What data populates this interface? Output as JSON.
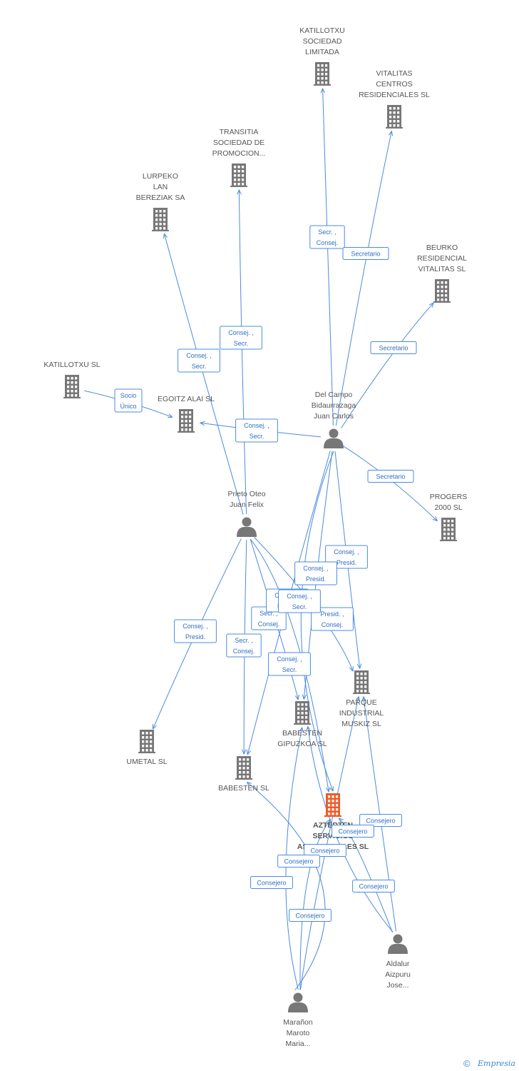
{
  "colors": {
    "edge": "#4a8bdf",
    "building": "#777777",
    "person": "#777777",
    "main": "#f05a28"
  },
  "nodes": [
    {
      "id": "katillotxu_sociedad",
      "type": "company",
      "lines": [
        "KATILLOTXU",
        "SOCIEDAD",
        "LIMITADA"
      ]
    },
    {
      "id": "vitalitas_centros",
      "type": "company",
      "lines": [
        "VITALITAS",
        "CENTROS",
        "RESIDENCIALES SL"
      ]
    },
    {
      "id": "transitia",
      "type": "company",
      "lines": [
        "TRANSITIA",
        "SOCIEDAD DE",
        "PROMOCION..."
      ]
    },
    {
      "id": "lurpeko",
      "type": "company",
      "lines": [
        "LURPEKO",
        "LAN",
        "BEREZIAK SA"
      ]
    },
    {
      "id": "beurko",
      "type": "company",
      "lines": [
        "BEURKO",
        "RESIDENCIAL",
        "VITALITAS SL"
      ]
    },
    {
      "id": "katillotxu_sl",
      "type": "company",
      "lines": [
        "KATILLOTXU SL"
      ]
    },
    {
      "id": "egoitz",
      "type": "company",
      "lines": [
        "EGOITZ ALAI SL"
      ]
    },
    {
      "id": "del_campo",
      "type": "person",
      "lines": [
        "Del Campo",
        "Bidaurrazaga",
        "Juan Carlos"
      ]
    },
    {
      "id": "progers",
      "type": "company",
      "lines": [
        "PROGERS",
        "2000 SL"
      ]
    },
    {
      "id": "prieto",
      "type": "person",
      "lines": [
        "Prieto Oteo",
        "Juan Felix"
      ]
    },
    {
      "id": "parque",
      "type": "company",
      "lines": [
        "PARQUE",
        "INDUSTRIAL",
        "MUSKIZ SL"
      ]
    },
    {
      "id": "umetal",
      "type": "company",
      "lines": [
        "UMETAL  SL"
      ]
    },
    {
      "id": "babesten_gip",
      "type": "company",
      "lines": [
        "BABESTEN",
        "GIPUZKOA SL"
      ]
    },
    {
      "id": "babesten",
      "type": "company",
      "lines": [
        "BABESTEN SL"
      ]
    },
    {
      "id": "azterten",
      "type": "main",
      "lines": [
        "AZTERTEN",
        "SERVICIOS",
        "ASISTENCIALES SL"
      ]
    },
    {
      "id": "aldalur",
      "type": "person",
      "lines": [
        "Aldalur",
        "Aizpuru",
        "Jose..."
      ]
    },
    {
      "id": "maranon",
      "type": "person",
      "lines": [
        "Marañon",
        "Maroto",
        "Maria..."
      ]
    }
  ],
  "edges": [
    {
      "from": "del_campo",
      "to": "katillotxu_sociedad",
      "label": [
        "Secr. ,",
        "Consej."
      ]
    },
    {
      "from": "del_campo",
      "to": "vitalitas_centros",
      "label": [
        "Secretario"
      ]
    },
    {
      "from": "del_campo",
      "to": "beurko",
      "label": [
        "Secretario"
      ]
    },
    {
      "from": "del_campo",
      "to": "egoitz",
      "label": [
        "Consej. ,",
        "Secr."
      ]
    },
    {
      "from": "del_campo",
      "to": "progers",
      "label": [
        "Secretario"
      ]
    },
    {
      "from": "del_campo",
      "to": "parque",
      "label": [
        "Consej. ,",
        "Presid."
      ]
    },
    {
      "from": "del_campo",
      "to": "babesten_gip",
      "label": [
        "Consej. ,",
        "Presid."
      ]
    },
    {
      "from": "del_campo",
      "to": "azterten",
      "label": [
        "Secr. ,",
        "Consej."
      ]
    },
    {
      "from": "del_campo",
      "to": "babesten",
      "label": [
        "Consej. ,",
        "Presid."
      ]
    },
    {
      "from": "prieto",
      "to": "lurpeko",
      "label": [
        "Consej. ,",
        "Secr."
      ]
    },
    {
      "from": "prieto",
      "to": "transitia",
      "label": [
        "Consej. ,",
        "Secr."
      ]
    },
    {
      "from": "prieto",
      "to": "umetal",
      "label": [
        "Consej. ,",
        "Presid."
      ]
    },
    {
      "from": "prieto",
      "to": "babesten",
      "label": [
        "Secr. ,",
        "Consej."
      ]
    },
    {
      "from": "prieto",
      "to": "babesten_gip",
      "label": [
        "Consej. ,",
        "Secr."
      ]
    },
    {
      "from": "prieto",
      "to": "parque",
      "label": [
        "Presid. ,",
        "Consej."
      ]
    },
    {
      "from": "prieto",
      "to": "azterten",
      "label": [
        "Consej. ,",
        "Secr."
      ]
    },
    {
      "from": "katillotxu_sl",
      "to": "egoitz",
      "label": [
        "Socio",
        "Único"
      ]
    },
    {
      "from": "aldalur",
      "to": "parque",
      "label": [
        "Consejero"
      ]
    },
    {
      "from": "aldalur",
      "to": "azterten",
      "label": [
        "Consejero"
      ]
    },
    {
      "from": "aldalur",
      "to": "babesten_gip",
      "label": [
        "Consejero"
      ]
    },
    {
      "from": "maranon",
      "to": "babesten",
      "label": [
        "Consejero"
      ]
    },
    {
      "from": "maranon",
      "to": "babesten_gip",
      "label": [
        "Consejero"
      ]
    },
    {
      "from": "maranon",
      "to": "azterten",
      "label": [
        "Consejero"
      ]
    },
    {
      "from": "maranon",
      "to": "parque",
      "label": [
        "Consejero"
      ]
    }
  ],
  "footer": {
    "copyright_symbol": "©",
    "brand": "Empresia"
  }
}
